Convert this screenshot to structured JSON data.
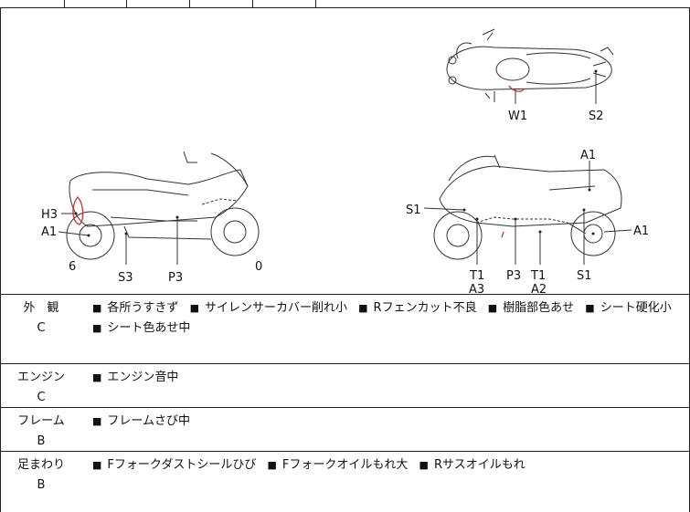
{
  "diagram": {
    "left_labels": [
      "H3",
      "A1",
      "6",
      "S3",
      "P3",
      "0"
    ],
    "top_labels": [
      "W1",
      "S2"
    ],
    "right_labels": [
      "A1",
      "S1",
      "A1",
      "T1",
      "A3",
      "P3",
      "T1",
      "A2",
      "S1"
    ]
  },
  "rows": [
    {
      "name": "外　観",
      "grade": "C",
      "lines": [
        [
          "各所うすきず",
          "サイレンサーカバー削れ小",
          "Rフェンカット不良",
          "樹脂部色あせ",
          "シート硬化小"
        ],
        [
          "シート色あせ中"
        ]
      ]
    },
    {
      "name": "エンジン",
      "grade": "C",
      "lines": [
        [
          "エンジン音中"
        ]
      ]
    },
    {
      "name": "フレーム",
      "grade": "B",
      "lines": [
        [
          "フレームさび中"
        ]
      ]
    },
    {
      "name": "足まわり",
      "grade": "B",
      "lines": [
        [
          "Fフォークダストシールひび",
          "Fフォークオイルもれ大",
          "Rサスオイルもれ"
        ]
      ]
    }
  ],
  "bullet": "■"
}
